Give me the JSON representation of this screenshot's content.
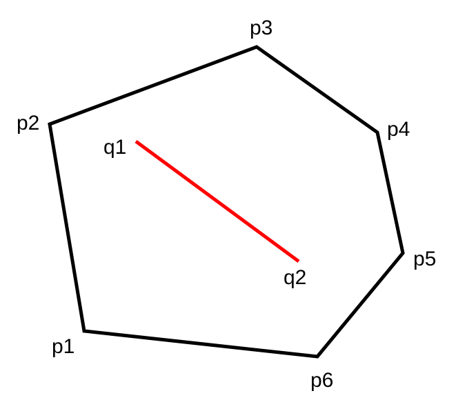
{
  "polygon": {
    "stroke_color": "#000000",
    "vertices": [
      {
        "id": "p1",
        "label": "p1"
      },
      {
        "id": "p2",
        "label": "p2"
      },
      {
        "id": "p3",
        "label": "p3"
      },
      {
        "id": "p4",
        "label": "p4"
      },
      {
        "id": "p5",
        "label": "p5"
      },
      {
        "id": "p6",
        "label": "p6"
      }
    ]
  },
  "segment": {
    "stroke_color": "#ff0000",
    "endpoints": [
      {
        "id": "q1",
        "label": "q1"
      },
      {
        "id": "q2",
        "label": "q2"
      }
    ]
  }
}
